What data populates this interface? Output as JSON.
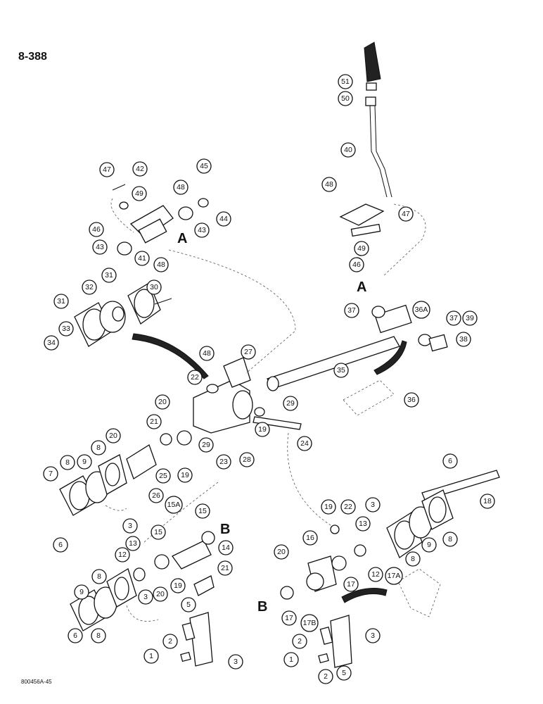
{
  "page_number": "8-388",
  "figure_code": "800456A-45",
  "callouts": [
    {
      "id": "c51",
      "label": "51"
    },
    {
      "id": "c50",
      "label": "50"
    },
    {
      "id": "c40",
      "label": "40"
    },
    {
      "id": "c48a",
      "label": "48"
    },
    {
      "id": "c47a",
      "label": "47"
    },
    {
      "id": "c49a",
      "label": "49"
    },
    {
      "id": "c46a",
      "label": "46"
    },
    {
      "id": "c37a",
      "label": "37"
    },
    {
      "id": "c36A",
      "label": "36A"
    },
    {
      "id": "c37b",
      "label": "37"
    },
    {
      "id": "c39",
      "label": "39"
    },
    {
      "id": "c38",
      "label": "38"
    },
    {
      "id": "c35",
      "label": "35"
    },
    {
      "id": "c36",
      "label": "36"
    },
    {
      "id": "c29a",
      "label": "29"
    },
    {
      "id": "c24",
      "label": "24"
    },
    {
      "id": "c47b",
      "label": "47"
    },
    {
      "id": "c42",
      "label": "42"
    },
    {
      "id": "c45",
      "label": "45"
    },
    {
      "id": "c48b",
      "label": "48"
    },
    {
      "id": "c49b",
      "label": "49"
    },
    {
      "id": "c44",
      "label": "44"
    },
    {
      "id": "c46b",
      "label": "46"
    },
    {
      "id": "c43a",
      "label": "43"
    },
    {
      "id": "c43b",
      "label": "43"
    },
    {
      "id": "c41",
      "label": "41"
    },
    {
      "id": "c48c",
      "label": "48"
    },
    {
      "id": "c31a",
      "label": "31"
    },
    {
      "id": "c32",
      "label": "32"
    },
    {
      "id": "c31b",
      "label": "31"
    },
    {
      "id": "c30",
      "label": "30"
    },
    {
      "id": "c33",
      "label": "33"
    },
    {
      "id": "c34",
      "label": "34"
    },
    {
      "id": "c48d",
      "label": "48"
    },
    {
      "id": "c27",
      "label": "27"
    },
    {
      "id": "c22a",
      "label": "22"
    },
    {
      "id": "c20a",
      "label": "20"
    },
    {
      "id": "c19a",
      "label": "19"
    },
    {
      "id": "c21a",
      "label": "21"
    },
    {
      "id": "c29b",
      "label": "29"
    },
    {
      "id": "c28",
      "label": "28"
    },
    {
      "id": "c20b",
      "label": "20"
    },
    {
      "id": "c8a",
      "label": "8"
    },
    {
      "id": "c9a",
      "label": "9"
    },
    {
      "id": "c7",
      "label": "7"
    },
    {
      "id": "c8b",
      "label": "8"
    },
    {
      "id": "c25",
      "label": "25"
    },
    {
      "id": "c19b",
      "label": "19"
    },
    {
      "id": "c23",
      "label": "23"
    },
    {
      "id": "c26",
      "label": "26"
    },
    {
      "id": "c6a",
      "label": "6"
    },
    {
      "id": "c3a",
      "label": "3"
    },
    {
      "id": "c15A",
      "label": "15A"
    },
    {
      "id": "c15a",
      "label": "15"
    },
    {
      "id": "c15b",
      "label": "15"
    },
    {
      "id": "c14",
      "label": "14"
    },
    {
      "id": "c13a",
      "label": "13"
    },
    {
      "id": "c12a",
      "label": "12"
    },
    {
      "id": "c8c",
      "label": "8"
    },
    {
      "id": "c9b",
      "label": "9"
    },
    {
      "id": "c20c",
      "label": "20"
    },
    {
      "id": "c19c",
      "label": "19"
    },
    {
      "id": "c21b",
      "label": "21"
    },
    {
      "id": "c3b",
      "label": "3"
    },
    {
      "id": "c8d",
      "label": "8"
    },
    {
      "id": "c6b",
      "label": "6"
    },
    {
      "id": "c5a",
      "label": "5"
    },
    {
      "id": "c2a",
      "label": "2"
    },
    {
      "id": "c1a",
      "label": "1"
    },
    {
      "id": "c3c",
      "label": "3"
    },
    {
      "id": "c6c",
      "label": "6"
    },
    {
      "id": "c18",
      "label": "18"
    },
    {
      "id": "c19d",
      "label": "19"
    },
    {
      "id": "c22b",
      "label": "22"
    },
    {
      "id": "c3d",
      "label": "3"
    },
    {
      "id": "c13b",
      "label": "13"
    },
    {
      "id": "c16",
      "label": "16"
    },
    {
      "id": "c20d",
      "label": "20"
    },
    {
      "id": "c12b",
      "label": "12"
    },
    {
      "id": "c17a",
      "label": "17"
    },
    {
      "id": "c9c",
      "label": "9"
    },
    {
      "id": "c8e",
      "label": "8"
    },
    {
      "id": "c8f",
      "label": "8"
    },
    {
      "id": "c17A",
      "label": "17A"
    },
    {
      "id": "c17b",
      "label": "17"
    },
    {
      "id": "c17B",
      "label": "17B"
    },
    {
      "id": "c2b",
      "label": "2"
    },
    {
      "id": "c3e",
      "label": "3"
    },
    {
      "id": "c1b",
      "label": "1"
    },
    {
      "id": "c2c",
      "label": "2"
    },
    {
      "id": "c5b",
      "label": "5"
    }
  ],
  "markers": [
    {
      "id": "mA1",
      "label": "A"
    },
    {
      "id": "mA2",
      "label": "A"
    },
    {
      "id": "mB1",
      "label": "B"
    },
    {
      "id": "mB2",
      "label": "B"
    }
  ]
}
